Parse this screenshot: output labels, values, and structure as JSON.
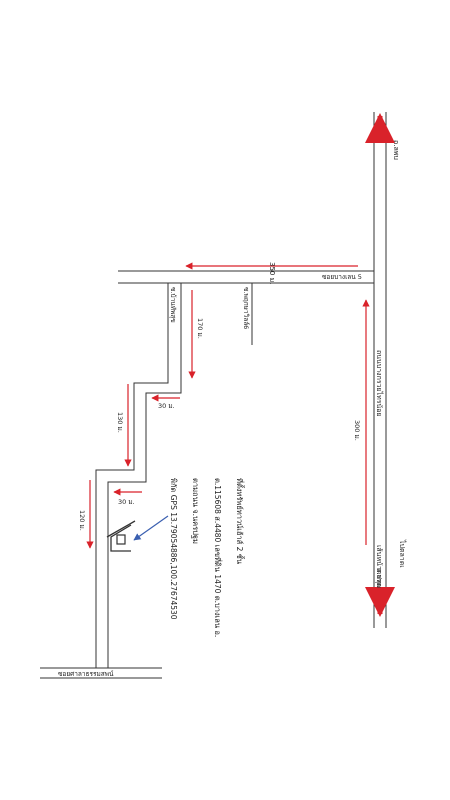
{
  "labels": {
    "dist_350": "350 ม.",
    "dist_170": "170 ม.",
    "dist_30_upper": "30 ม.",
    "dist_130": "130 ม.",
    "dist_30_lower": "30 ม.",
    "dist_120": "120 ม.",
    "dist_300": "300 ม.",
    "road_top_right": "ถ.ลพบ",
    "soi_upper": "ซอยบางเลน 5",
    "soi_branch": "ซ.พฤกษาวิลล์6",
    "soi_village": "ซ.บ้านทัพสุข",
    "main_road": "ถนนบางกรวยไทรน้อย",
    "main_road_sub": "เส้นหน้าตลาด",
    "city_bottom": "ถ.ปทุม",
    "soi_bottom": "ซอยศาลาธรรมสพน์",
    "side_label": "ไปตลาดเ",
    "info_line1": "ที่ตั้งทรัพย์ทาวน์เฮ้าส์ 2 ชั้น",
    "info_line2": "ต.115608 ส.4480 เลขที่ดิน 1470 ต.บางเลน อ.",
    "info_line3": "ตามถนน จ.นครปฐม",
    "info_line4": "พิกัด GPS 13.79054886,100.27674530"
  },
  "colors": {
    "road": "#333333",
    "arrow": "#d9222a"
  },
  "icons": {
    "house": "house-marker-icon",
    "pointer": "pointer-arrow-icon"
  }
}
